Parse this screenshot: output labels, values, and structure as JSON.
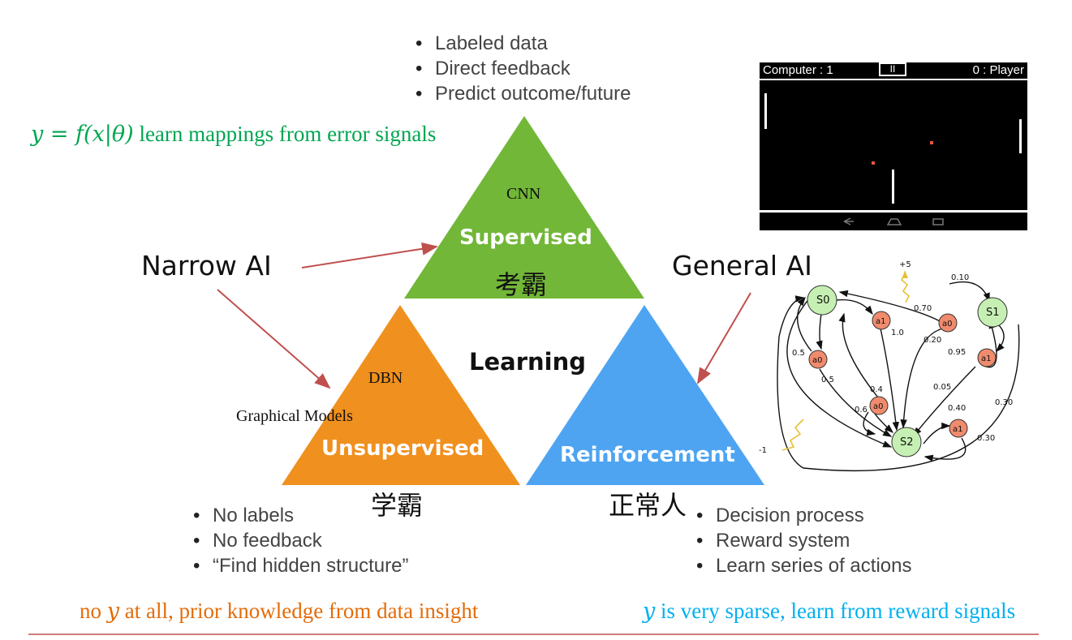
{
  "supervised": {
    "bullets": [
      "Labeled data",
      "Direct feedback",
      "Predict outcome/future"
    ],
    "formula": "y = f(x|θ)",
    "formula_text": " learn mappings from error signals",
    "model": "CNN",
    "label": "Supervised",
    "cjk": "考霸",
    "color": "#72b738"
  },
  "unsupervised": {
    "bullets": [
      "No labels",
      "No feedback",
      "“Find hidden structure”"
    ],
    "model": "DBN",
    "model2": "Graphical Models",
    "label": "Unsupervised",
    "cjk": "学霸",
    "caption_pre": "no ",
    "caption_var": "y",
    "caption_post": "  at all, prior knowledge from data insight",
    "color": "#f0901e"
  },
  "reinforcement": {
    "bullets": [
      "Decision process",
      "Reward system",
      "Learn series of actions"
    ],
    "label": "Reinforcement",
    "cjk": "正常人",
    "caption_var": "y",
    "caption_post": " is very sparse, learn from reward signals",
    "color": "#4ea4f1"
  },
  "center_label": "Learning",
  "narrow_ai": "Narrow AI",
  "general_ai": "General AI",
  "game": {
    "score_left": "Computer : 1",
    "pause": "II",
    "score_right": "0 : Player"
  },
  "mdp": {
    "states": [
      "S0",
      "S1",
      "S2"
    ],
    "actions": [
      "a1",
      "a0",
      "a0",
      "a1",
      "a0",
      "a1"
    ],
    "probabilities": [
      "0.10",
      "0.70",
      "1.0",
      "0.20",
      "0.5",
      "0.95",
      "0.5",
      "0.4",
      "0.05",
      "0.6",
      "0.40",
      "0.30",
      "0.30"
    ],
    "rewards": [
      "+5",
      "-1"
    ]
  },
  "colors": {
    "supervised_caption": "#00a651",
    "unsupervised_caption": "#e36c09",
    "reinforcement_caption": "#00b0f0",
    "arrow": "#c0504d",
    "divider": "#c0504d"
  }
}
